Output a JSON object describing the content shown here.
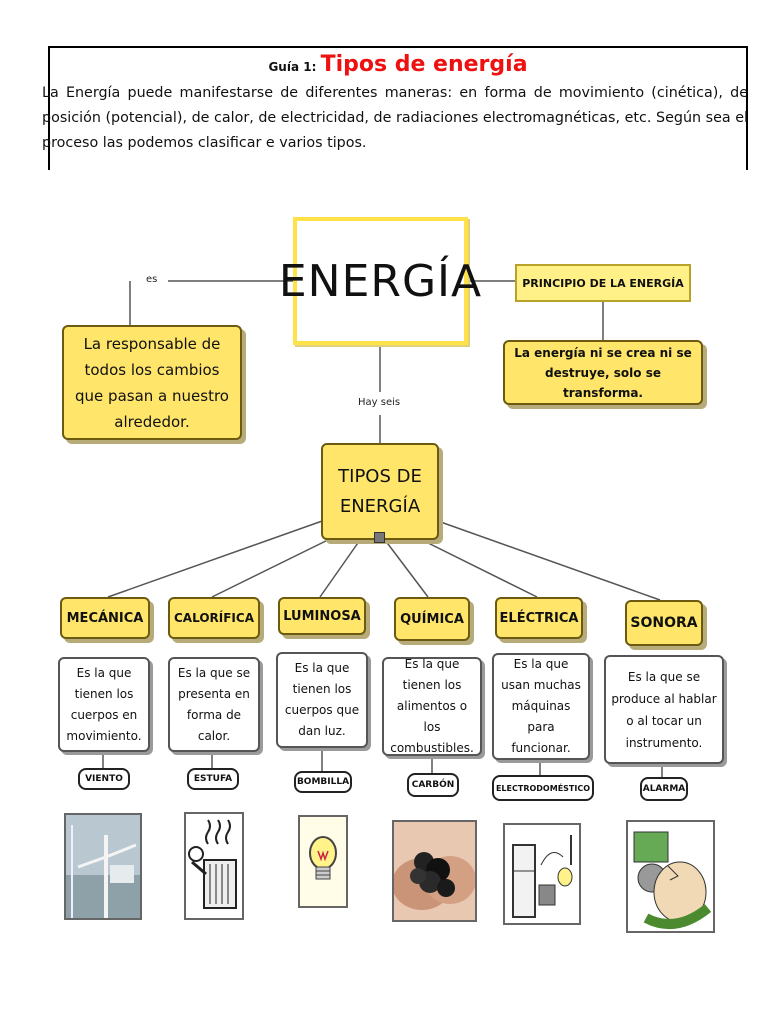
{
  "header": {
    "guia": "Guía 1: ",
    "title": "Tipos de energía",
    "intro": "La Energía puede manifestarse de diferentes maneras: en forma de movimiento (cinética), de posición (potencial), de calor, de electricidad, de radiaciones electromagnéticas, etc. Según sea el proceso las podemos clasificar e varios tipos."
  },
  "map": {
    "center": "ENERGÍA",
    "es_label": "es",
    "hay_seis_label": "Hay seis",
    "definition": "La responsable de todos los cambios que pasan a nuestro alrededor.",
    "principle_title": "PRINCIPIO DE LA ENERGÍA",
    "principle_text": "La energía ni se crea ni se destruye, solo se transforma.",
    "types_title": "TIPOS DE ENERGÍA",
    "types": [
      {
        "name": "MECÁNICA",
        "desc": "Es la que tienen los cuerpos en movimiento.",
        "example": "VIENTO"
      },
      {
        "name": "CALORÍFICA",
        "desc": "Es la que se presenta en forma de calor.",
        "example": "ESTUFA"
      },
      {
        "name": "LUMINOSA",
        "desc": "Es la que tienen los cuerpos que dan luz.",
        "example": "BOMBILLA"
      },
      {
        "name": "QUÍMICA",
        "desc": "Es la que tienen los alimentos o los combustibles.",
        "example": "CARBÓN"
      },
      {
        "name": "ELÉCTRICA",
        "desc": "Es la que usan muchas máquinas para funcionar.",
        "example": "ELECTRODOMÉSTICO"
      },
      {
        "name": "SONORA",
        "desc": "Es la que se produce al hablar o al tocar un instrumento.",
        "example": "ALARMA"
      }
    ]
  },
  "icons": [
    "wind-turbine-icon",
    "heater-icon",
    "light-bulb-icon",
    "coal-icon",
    "appliance-icon",
    "alarm-icon"
  ],
  "colors": {
    "title_red": "#ee1111",
    "node_yellow": "#ffe66b"
  }
}
